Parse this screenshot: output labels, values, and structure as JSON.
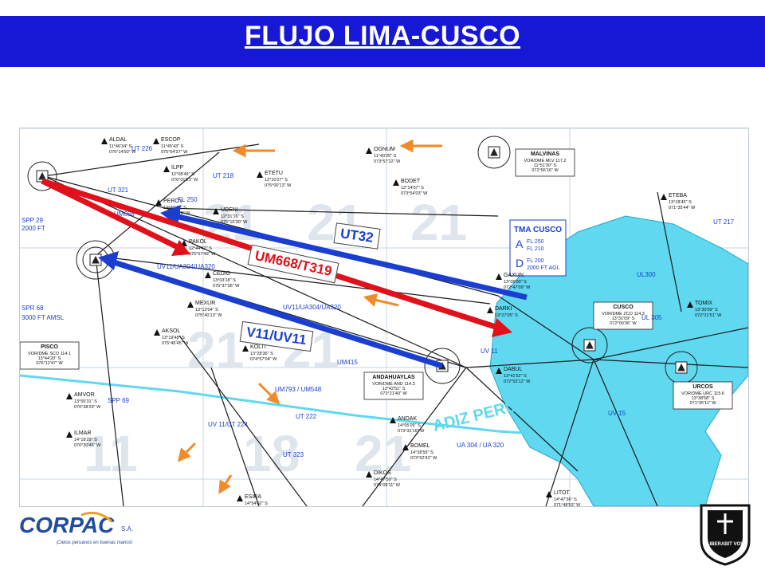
{
  "title": "FLUJO LIMA-CUSCO",
  "routes": {
    "ut32": "UT32",
    "um668": "UM668/T319",
    "v11": "V11/UV11"
  },
  "colors": {
    "title_bg": "#1717d6",
    "route_red": "#e0111a",
    "route_blue": "#1a3fd0",
    "adiz_fill": "#5fd8f0"
  },
  "map": {
    "adiz_label": "ADIZ PERÚ",
    "fixes": [
      {
        "name": "ALDAL",
        "coords": "11°46'34\" S\n076°14'50\" W"
      },
      {
        "name": "ESCOP",
        "coords": "11°45'43\" S\n075°54'27\" W"
      },
      {
        "name": "ILPP",
        "coords": "12°08'49\" S\n076°01'21\" W"
      },
      {
        "name": "ETETU",
        "coords": "12°10'27\" S\n075°00'13\" W"
      },
      {
        "name": "OGNUM",
        "coords": "11°40'25\" S\n073°57'22\" W"
      },
      {
        "name": "BODET",
        "coords": "12°14'07\" S\n073°54'03\" W"
      },
      {
        "name": "PEROV",
        "coords": "12°20'49\" S\n075°04'46\" W"
      },
      {
        "name": "UDENI",
        "coords": "12°31'16\" S\n075°16'30\" W"
      },
      {
        "name": "PAKOL",
        "coords": "12°44'42\" S\n075°57'49\" W"
      },
      {
        "name": "CEDIG",
        "coords": "13°03'18\" S\n075°37'36\" W"
      },
      {
        "name": "MEXUR",
        "coords": "13°13'04\" S\n075°40'13\" W"
      },
      {
        "name": "AKSOL",
        "coords": "13°19'48\" S\n075°45'45\" W"
      },
      {
        "name": "KOLTI",
        "coords": "13°28'36\" S\n074°57'04\" W"
      },
      {
        "name": "GAXUN",
        "coords": "13°06'00\" S\n072°47'09\" W"
      },
      {
        "name": "DARKI",
        "coords": "13°27'05\" S"
      },
      {
        "name": "DABUL",
        "coords": "13°41'52\" S\n072°53'12\" W"
      },
      {
        "name": "ANDAK",
        "coords": "14°05'09\" S\n073°31'16\" W"
      },
      {
        "name": "BOMEL",
        "coords": "14°28'55\" S\n073°52'42\" W"
      },
      {
        "name": "DIKOS",
        "coords": "14°47'59\" S\n074°09'11\" W"
      },
      {
        "name": "LITOT",
        "coords": "14°47'36\" S\n071°48'53\" W"
      },
      {
        "name": "ESIRA",
        "coords": "14°54'02\" S"
      },
      {
        "name": "AMVOR",
        "coords": "13°55'31\" S\n076°38'29\" W"
      },
      {
        "name": "ILMAR",
        "coords": "14°18'29\" S\n076°30'48\" W"
      },
      {
        "name": "ETEBA",
        "coords": "13°18'45\" S\n071°35'44\" W"
      },
      {
        "name": "TOMIX",
        "coords": "13°30'09\" S\n072°21'51\" W"
      }
    ],
    "navaids": [
      {
        "name": "PISCO",
        "lines": [
          "VOR/DME SCO 114.1",
          "13°44'20\" S",
          "076°12'47\" W"
        ]
      },
      {
        "name": "MALVINAS",
        "lines": [
          "VOR/DME MLV 117.2",
          "11°51'30\" S",
          "072°56'16\" W"
        ]
      },
      {
        "name": "CUSCO",
        "lines": [
          "VOR/DME ZCO 114.3",
          "13°31'09\" S",
          "072°00'36\" W"
        ]
      },
      {
        "name": "ANDAHUAYLAS",
        "lines": [
          "VOR/DME AND 114.3",
          "13°42'51\" S",
          "073°21'40\" W"
        ]
      },
      {
        "name": "URCOS",
        "lines": [
          "VOR/DME URC 115.6",
          "13°38'58\" S",
          "071°35'11\" W"
        ]
      }
    ],
    "tma_box": {
      "title": "TMA CUSCO",
      "a_label": "A",
      "a_lines": [
        "FL 250",
        "FL 210"
      ],
      "d_label": "D",
      "d_lines": [
        "FL 200",
        "2000 FT AGL"
      ]
    },
    "airway_labels": [
      "UT 226",
      "UT 218",
      "UT 321",
      "UM668",
      "FL 250",
      "UV11/UA304/UA320",
      "UV11/UA304/UA320",
      "UA 304 / UA 320",
      "UM415",
      "UL300",
      "UT 217",
      "UL 305",
      "UV 11",
      "UV 15",
      "UT 222",
      "UT 323",
      "UM793 / UM548",
      "UV 11/UT 224",
      "SPP 29",
      "SPR 68",
      "SPP 69",
      "3000 FT AMSL",
      "2000 FT"
    ]
  },
  "footer": {
    "org": "CORPAC",
    "org_suffix": "S.A.",
    "tagline": "¡Cielos peruanos en buenas manos!",
    "crest_text": "LIBERABIT VOS"
  }
}
